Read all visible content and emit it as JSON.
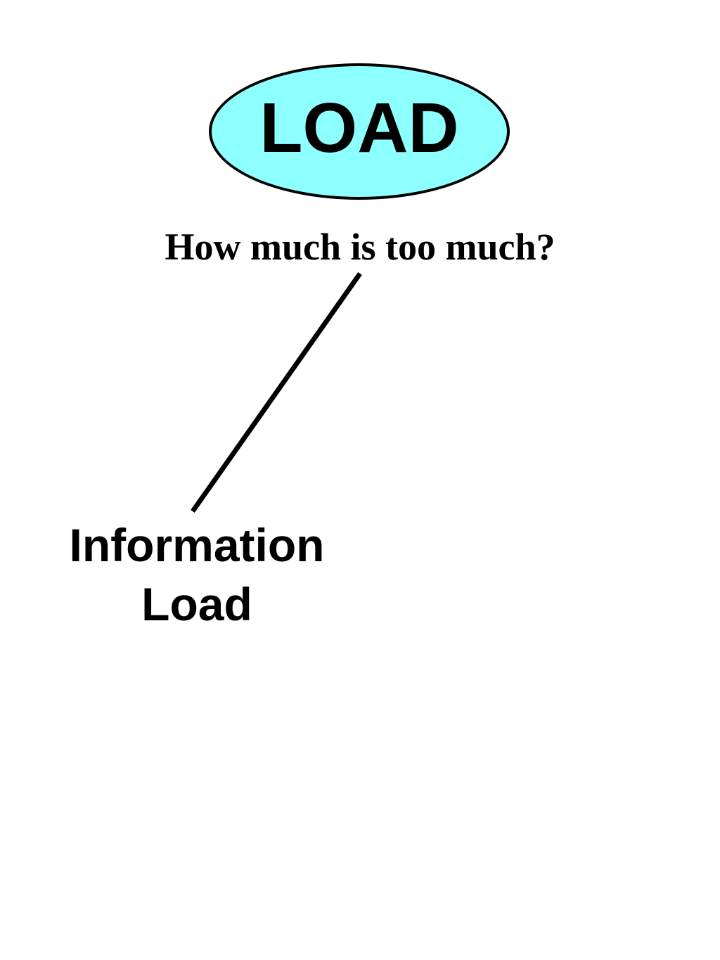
{
  "diagram": {
    "root": {
      "label": "LOAD",
      "fill": "#8effff",
      "border": "#000000"
    },
    "question": "How much is too much?",
    "branches": [
      {
        "line1": "Information",
        "line2": "Load"
      }
    ]
  }
}
